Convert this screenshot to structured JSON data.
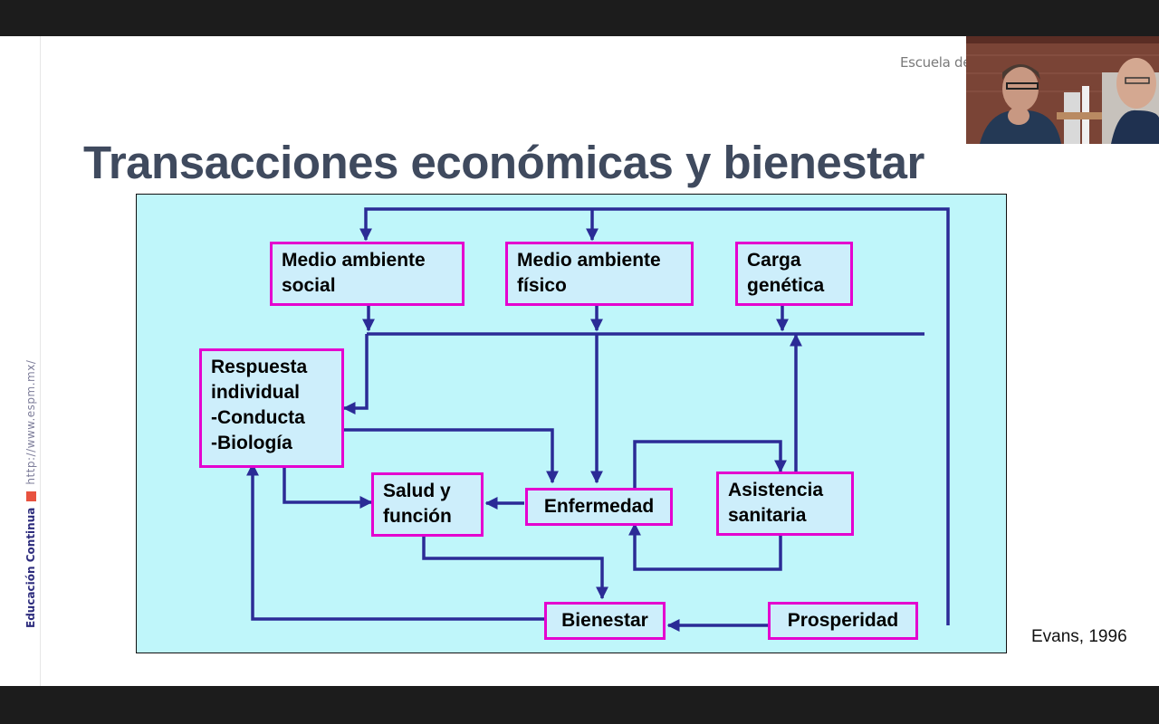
{
  "slide": {
    "title": "Transacciones económicas y bienestar",
    "header_org": "Escuela de S",
    "citation": "Evans, 1996",
    "sidebar": {
      "label": "Educación Continua",
      "url": "http://www.espm.mx/"
    }
  },
  "diagram": {
    "nodes": {
      "social": "Medio ambiente\nsocial",
      "fisico": "Medio ambiente\nfísico",
      "genetica": "Carga\ngenética",
      "respuesta": "Respuesta\nindividual\n-Conducta\n-Biología",
      "salud": "Salud y\nfunción",
      "enfermedad": "Enfermedad",
      "asistencia": "Asistencia\nsanitaria",
      "bienestar": "Bienestar",
      "prosperidad": "Prosperidad"
    }
  },
  "colors": {
    "node_border": "#e400cf",
    "node_fill": "#cdeefb",
    "panel_fill": "#bff6fa",
    "arrow": "#2b2b96",
    "title": "#3f4a5e"
  }
}
